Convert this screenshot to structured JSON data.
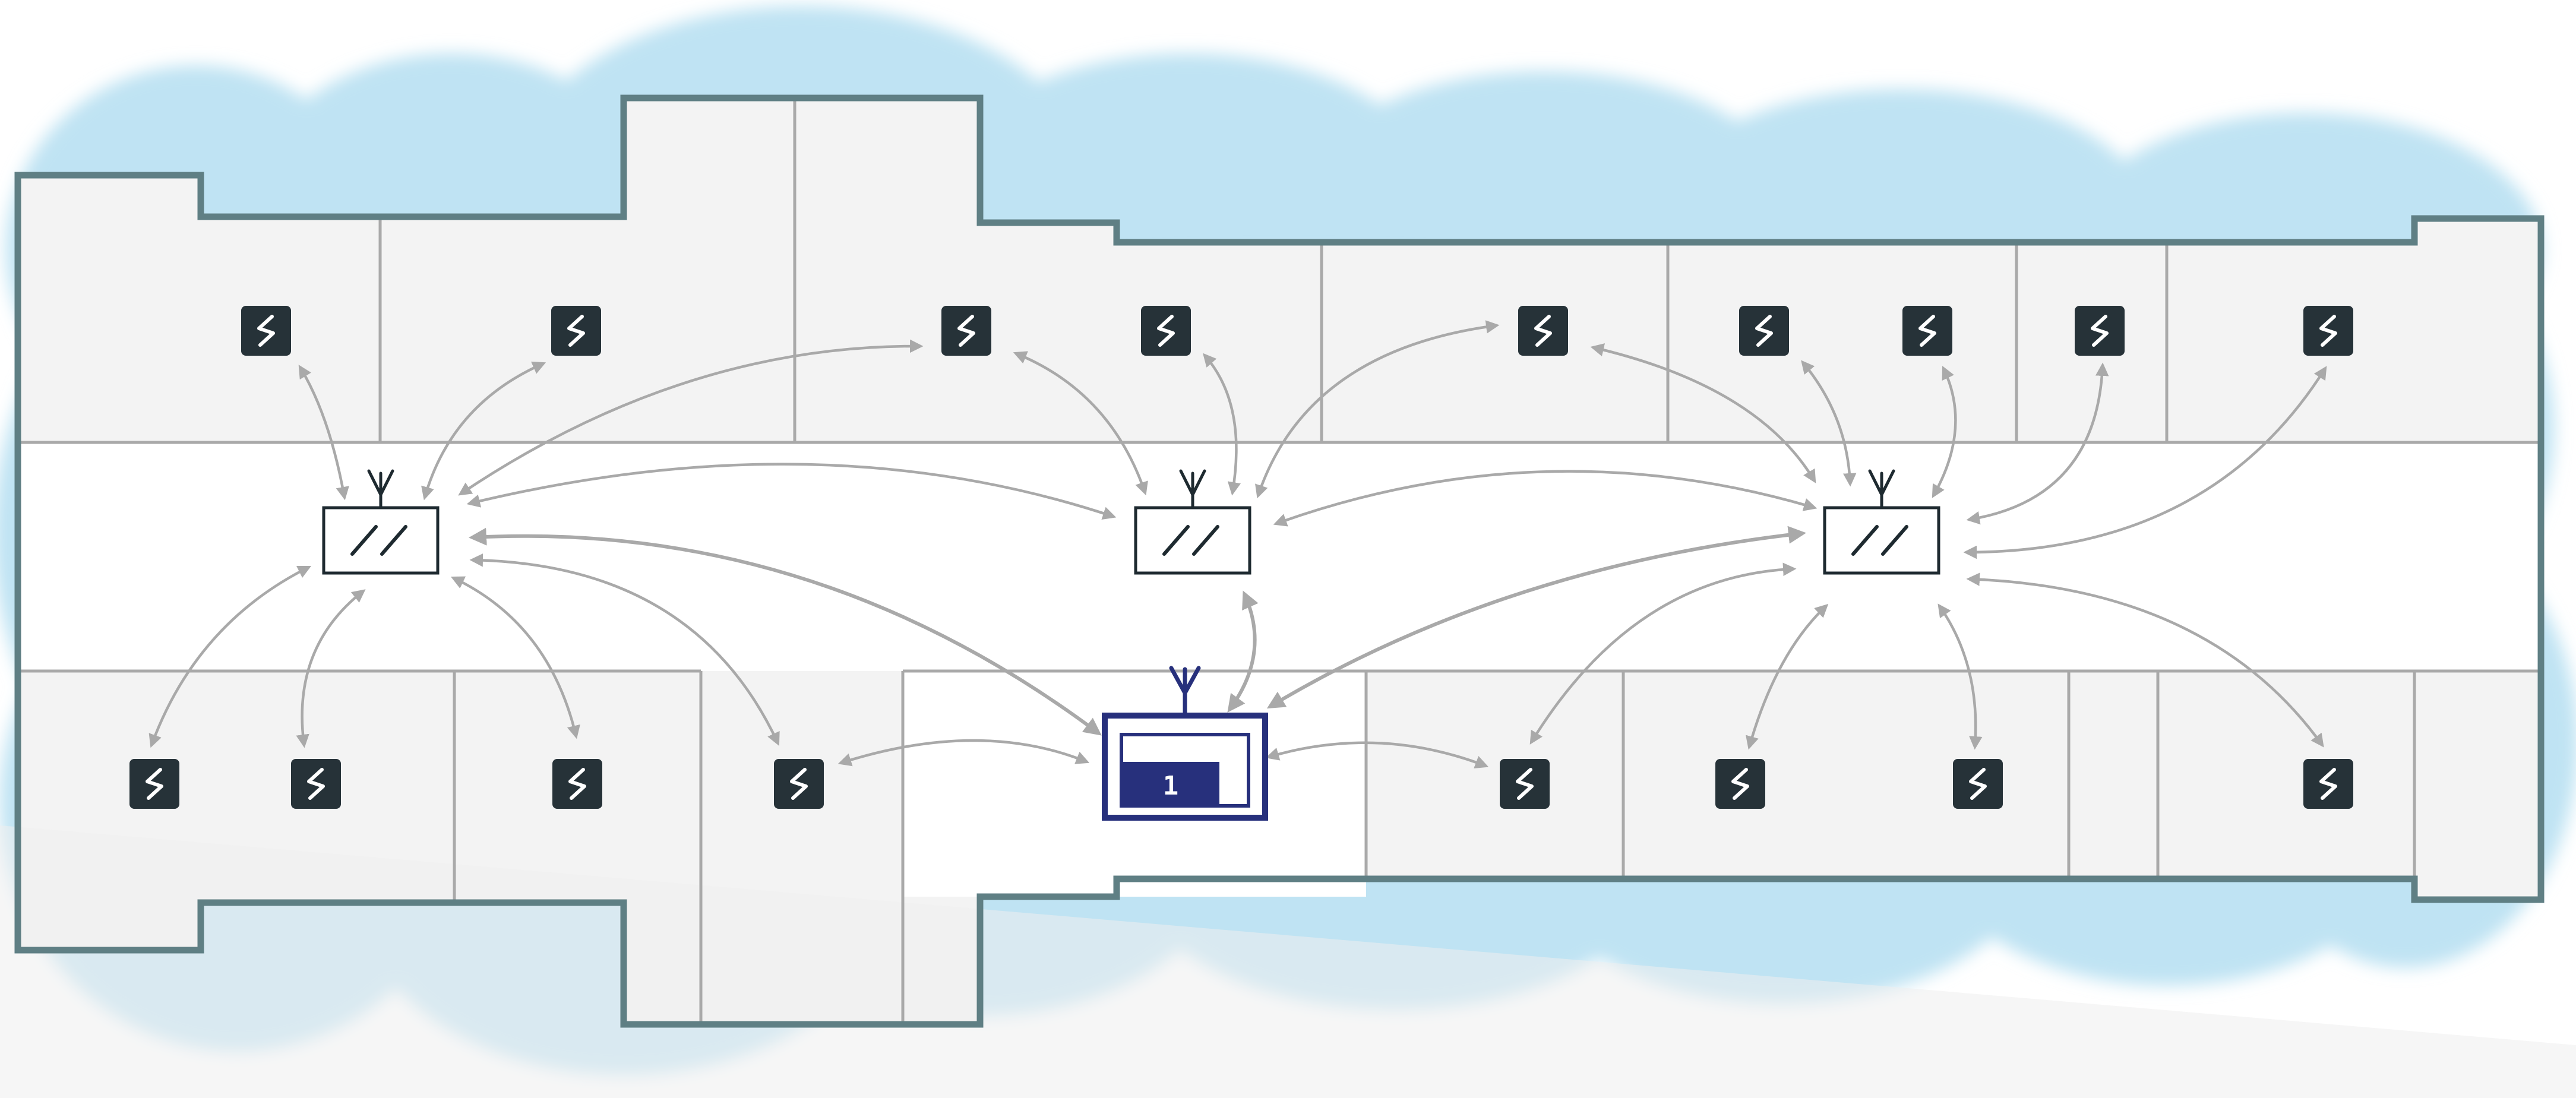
{
  "diagram": {
    "type": "wireless-alarm-system-floor-plan",
    "colors": {
      "coverage": "#bfe3f3",
      "exterior_wall": "#5f7f84",
      "interior_wall": "#a9a9a9",
      "floor": "#f2f2f2",
      "corridor": "#ffffff",
      "link": "#a9a9a9",
      "repeater": "#1e2a30",
      "sensor": "#263238",
      "control_panel": "#27307c"
    },
    "icons": {
      "sensor": "lightning-bolt-sensor-icon",
      "repeater": "antenna-repeater-icon",
      "control_panel": "control-panel-icon"
    },
    "control_panel": {
      "label": "1"
    },
    "counts": {
      "repeaters": 3,
      "sensors": 17,
      "control_panels": 1
    }
  }
}
